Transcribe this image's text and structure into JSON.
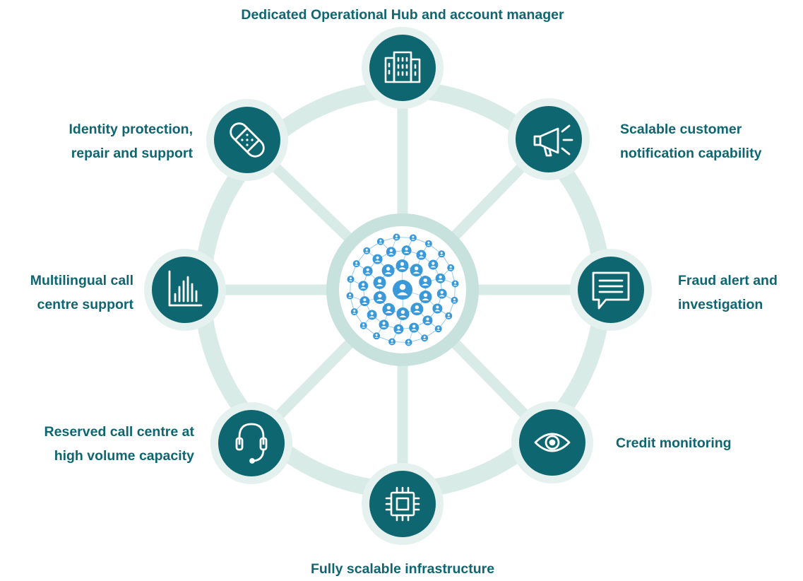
{
  "colors": {
    "ring": "#d8ebe6",
    "node_halo": "#e4f1ee",
    "node_fill": "#0e6670",
    "icon_stroke": "#ffffff",
    "hub_border": "#c7e1dc",
    "network_blue": "#3a9ad9",
    "label_text": "#0e6670"
  },
  "hub": {
    "icon": "people-network-icon"
  },
  "services": [
    {
      "id": "hub",
      "icon": "office-building-icon",
      "lines": [
        "Dedicated Operational Hub and account manager"
      ]
    },
    {
      "id": "notify",
      "icon": "megaphone-icon",
      "lines": [
        "Scalable customer",
        "notification capability"
      ]
    },
    {
      "id": "fraud",
      "icon": "speech-bubble-icon",
      "lines": [
        "Fraud alert and",
        "investigation"
      ]
    },
    {
      "id": "credit",
      "icon": "eye-icon",
      "lines": [
        "Credit monitoring"
      ]
    },
    {
      "id": "infra",
      "icon": "microchip-icon",
      "lines": [
        "Fully scalable infrastructure"
      ]
    },
    {
      "id": "reserved",
      "icon": "headset-icon",
      "lines": [
        "Reserved call centre at",
        "high volume capacity"
      ]
    },
    {
      "id": "multi",
      "icon": "bar-chart-icon",
      "lines": [
        "Multilingual call",
        "centre support"
      ]
    },
    {
      "id": "identity",
      "icon": "bandage-icon",
      "lines": [
        "Identity protection,",
        "repair and support"
      ]
    }
  ]
}
